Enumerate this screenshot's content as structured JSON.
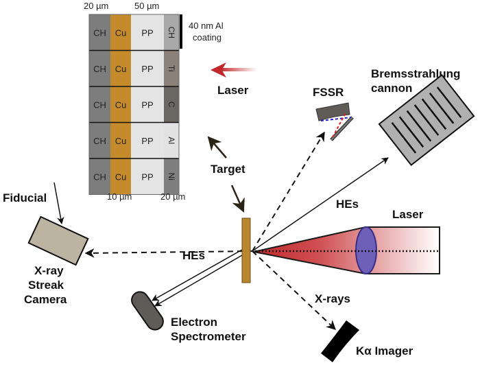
{
  "target_stack": {
    "top_dimensions": [
      "20 µm",
      "50 µm"
    ],
    "bottom_dimensions": [
      "10 µm",
      "20 µm"
    ],
    "coating_label": [
      "40 nm Al",
      "coating"
    ],
    "layer_labels": {
      "ch": "CH",
      "cu": "Cu",
      "pp": "PP"
    },
    "rows": [
      {
        "back_layer": "CH",
        "back_color": "#a9a9a9"
      },
      {
        "back_layer": "Ti",
        "back_color": "#8b8178"
      },
      {
        "back_layer": "C",
        "back_color": "#6a6661"
      },
      {
        "back_layer": "Al",
        "back_color": "#e2e2e2"
      },
      {
        "back_layer": "Ni",
        "back_color": "#7f7f7f"
      }
    ],
    "colors": {
      "ch": "#7d7d7d",
      "cu": "#c48a2c",
      "pp": "#e4e4e4"
    }
  },
  "labels": {
    "laser_top": "Laser",
    "target": "Target",
    "fssr": "FSSR",
    "brems": [
      "Bremsstrahlung",
      "cannon"
    ],
    "hes_right": "HEs",
    "laser_right": "Laser",
    "fiducial": "Fiducial",
    "streak": [
      "X-ray",
      "Streak",
      "Camera"
    ],
    "hes_left": "HEs",
    "xrays": "X-rays",
    "electron_spec": [
      "Electron",
      "Spectrometer"
    ],
    "ka_imager": "Kα Imager"
  },
  "colors": {
    "laser_red": "#c0282b",
    "lens_blue": "#6e5fb8",
    "target_gold": "#b8862e",
    "streak_tan": "#bcb3a0",
    "device_gray": "#5f5c58",
    "brems_gray": "#b0b0b0"
  }
}
